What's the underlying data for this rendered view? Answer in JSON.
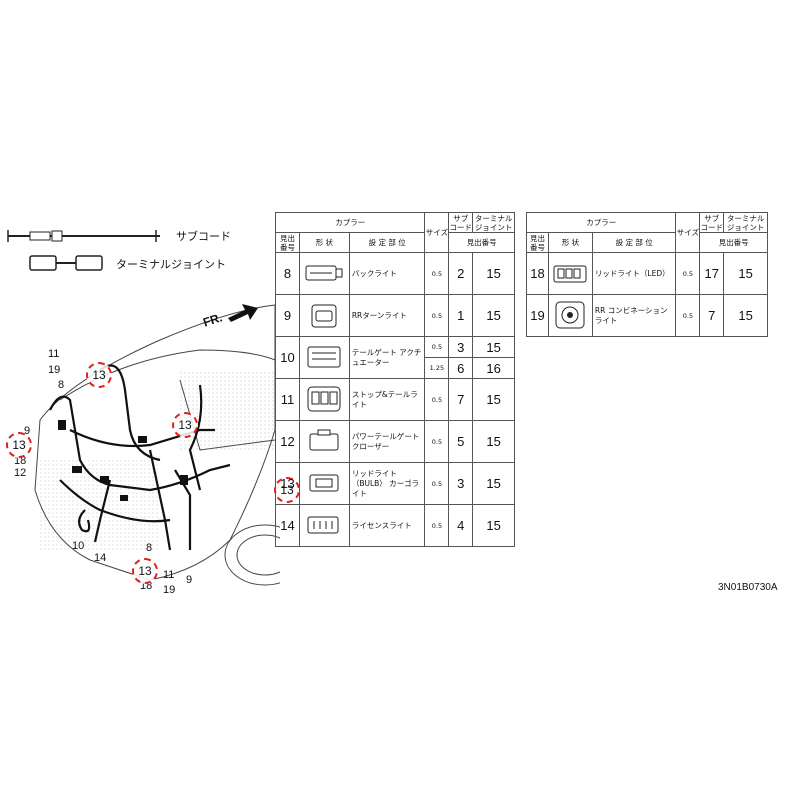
{
  "legend": {
    "subcord_label": "サブコード",
    "terminal_joint_label": "ターミナルジョイント"
  },
  "front_arrow_label": "FR.",
  "diagram_labels": {
    "n11_top": "11",
    "n19_top": "19",
    "n8_top": "8",
    "n9_left": "9",
    "n18_left": "18",
    "n12_left": "12",
    "n10_bottom": "10",
    "n14_bottom": "14",
    "n8_bottom": "8",
    "n18_bottom": "18",
    "n11_bottom": "11",
    "n19_bottom": "19",
    "n9_bottom": "9"
  },
  "markers": {
    "m1": "13",
    "m2": "13",
    "m3": "13",
    "m4": "13",
    "m5": "13"
  },
  "table_headers": {
    "coupler": "カプラー",
    "size": "サイズ",
    "subcode_l1": "サブ",
    "subcode_l2": "コード",
    "terminal_l1": "ターミナル",
    "terminal_l2": "ジョイント",
    "num_l1": "見出",
    "num_l2": "番号",
    "shape": "形 状",
    "location": "設 定 部 位",
    "ref_num": "見出番号"
  },
  "table1_rows": [
    {
      "no": "8",
      "location": "バックライト",
      "size": "0.5",
      "sub": "2",
      "term": "15"
    },
    {
      "no": "9",
      "location": "RRターンライト",
      "size": "0.5",
      "sub": "1",
      "term": "15"
    },
    {
      "no": "10",
      "location": "テールゲート アクチュエーター",
      "size": "0.5",
      "sub": "3",
      "term": "15",
      "size2": "1.25",
      "sub2": "6",
      "term2": "16"
    },
    {
      "no": "11",
      "location": "ストップ&テールライト",
      "size": "0.5",
      "sub": "7",
      "term": "15"
    },
    {
      "no": "12",
      "location": "パワーテールゲート クローザー",
      "size": "0.5",
      "sub": "5",
      "term": "15"
    },
    {
      "no": "13",
      "location": "リッドライト（BULB） カーゴライト",
      "size": "0.5",
      "sub": "3",
      "term": "15"
    },
    {
      "no": "14",
      "location": "ライセンスライト",
      "size": "0.5",
      "sub": "4",
      "term": "15"
    }
  ],
  "table2_rows": [
    {
      "no": "18",
      "location": "リッドライト（LED）",
      "size": "0.5",
      "sub": "17",
      "term": "15"
    },
    {
      "no": "19",
      "location": "RR コンビネーション ライト",
      "size": "0.5",
      "sub": "7",
      "term": "15"
    }
  ],
  "diagram_code": "3N01B0730A"
}
